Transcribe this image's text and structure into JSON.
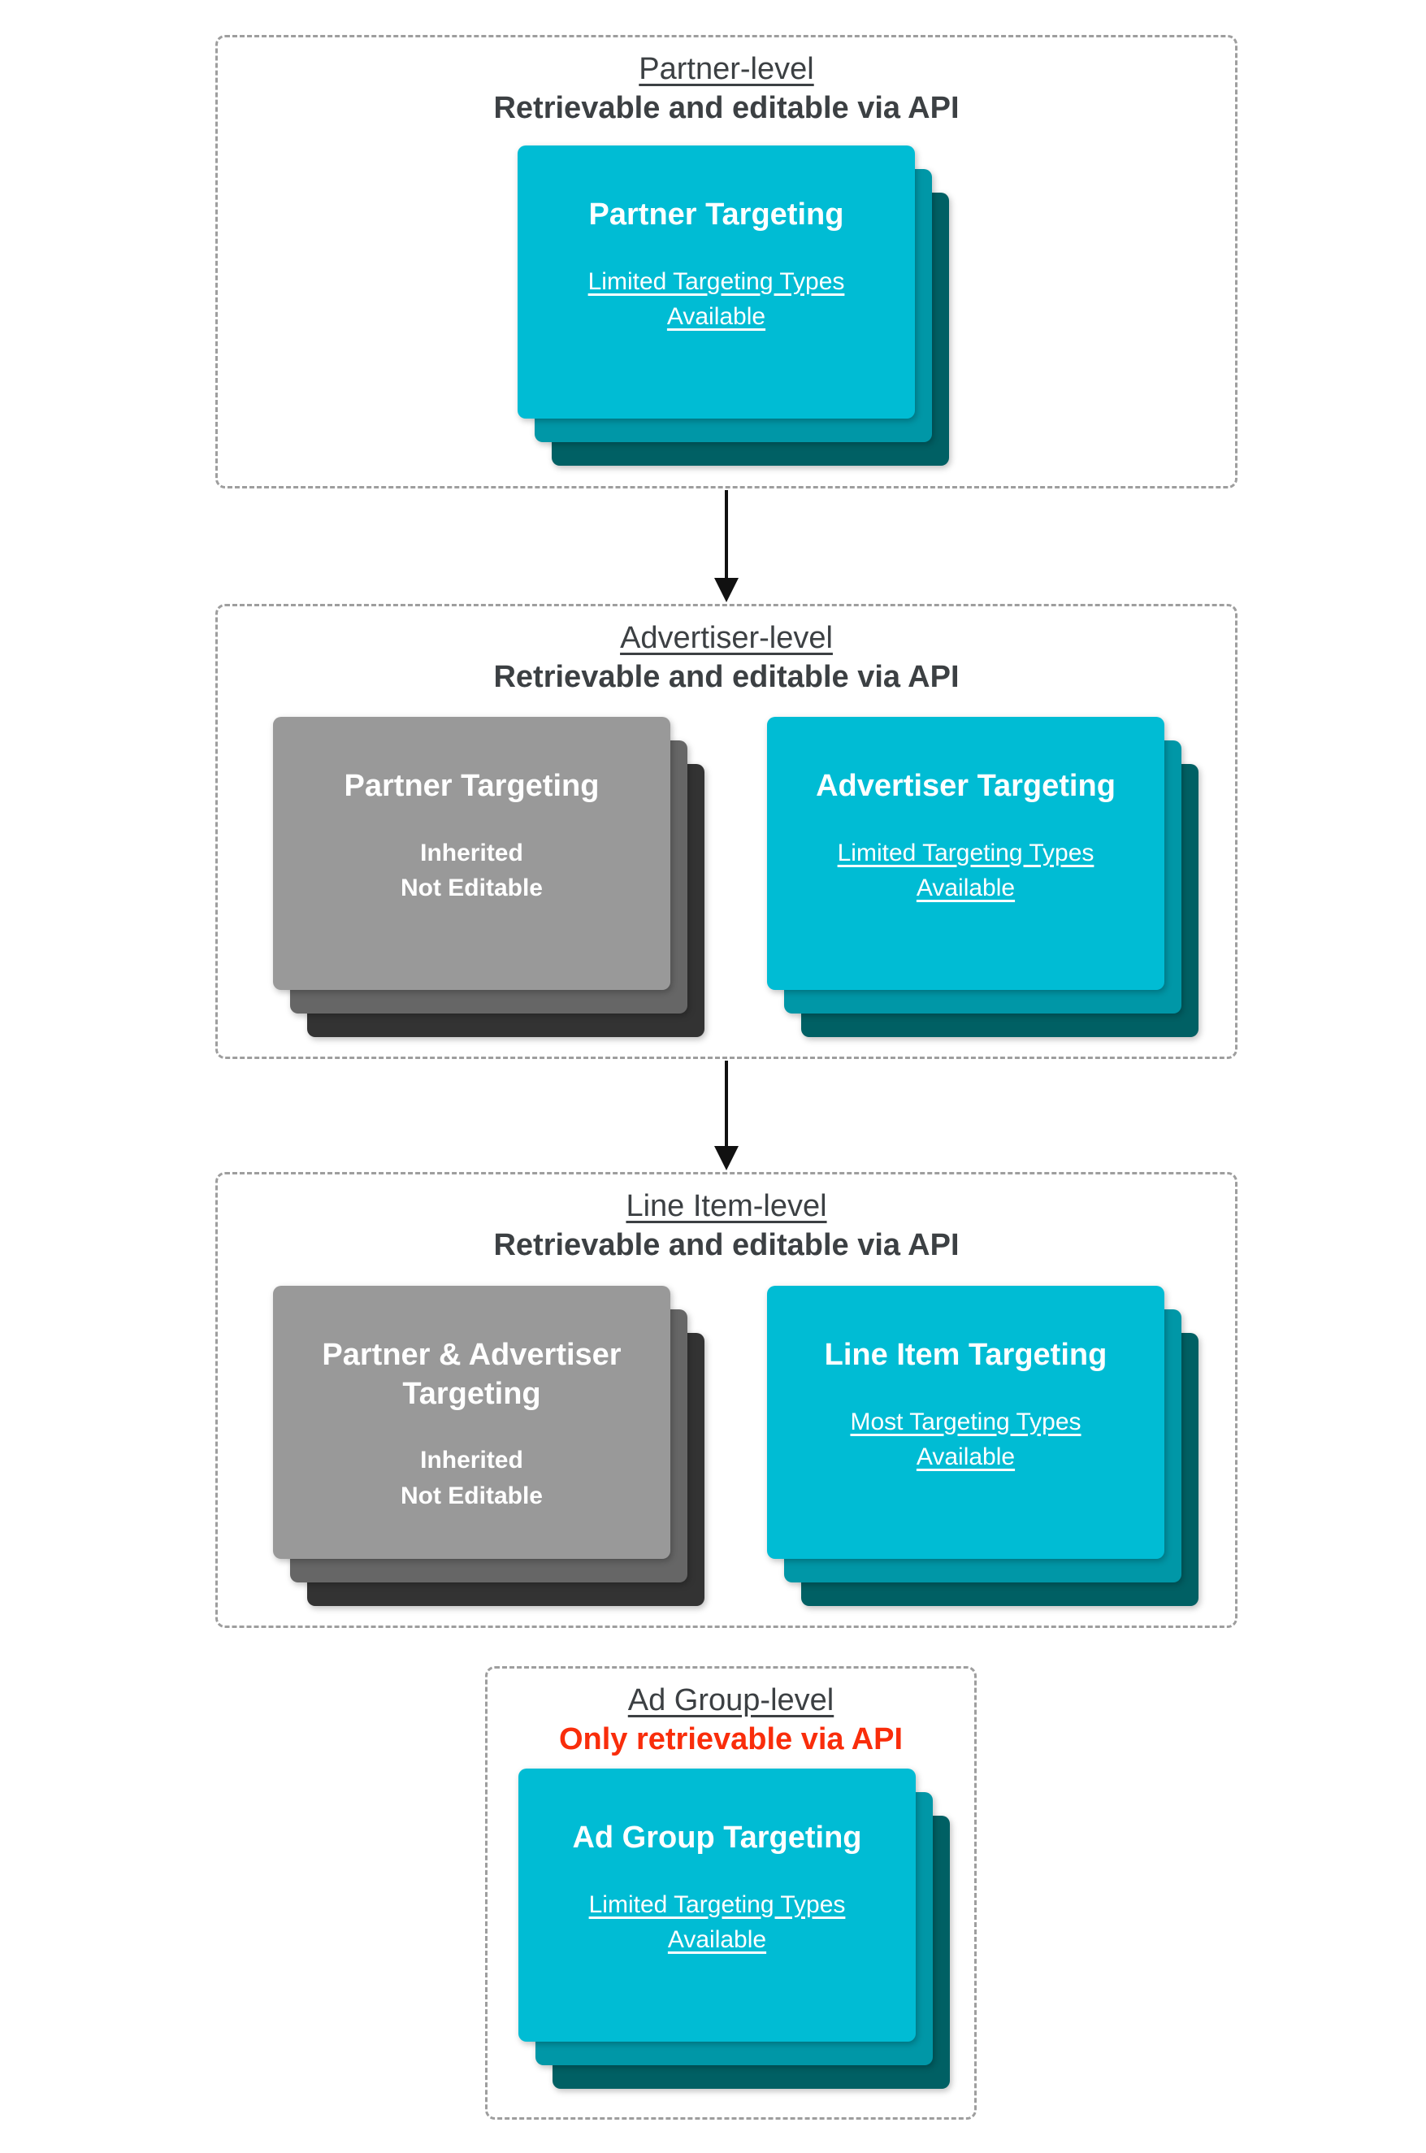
{
  "colors": {
    "card-cyan": "#00BCD4",
    "card-teal": "#0097A7",
    "card-darkteal": "#006064",
    "card-gray": "#999999",
    "card-midgray": "#666666",
    "card-darkgray": "#333333",
    "heading-gray": "#3C4043",
    "alert-red": "#F92D0B",
    "border-gray": "#9E9E9E",
    "arrow-black": "#111111"
  },
  "sections": [
    {
      "title": "Partner-level",
      "subtitle": "Retrievable and editable via API",
      "subtitle_emphasis": "default",
      "cards": [
        {
          "variant": "cyan",
          "title": "Partner Targeting",
          "note_style": "underline",
          "note_lines": [
            "Limited Targeting Types",
            "Available"
          ]
        }
      ]
    },
    {
      "title": "Advertiser-level",
      "subtitle": "Retrievable and editable via API",
      "subtitle_emphasis": "default",
      "cards": [
        {
          "variant": "gray",
          "title": "Partner Targeting",
          "note_style": "bold",
          "note_lines": [
            "Inherited",
            "Not Editable"
          ]
        },
        {
          "variant": "cyan",
          "title": "Advertiser Targeting",
          "note_style": "underline",
          "note_lines": [
            "Limited Targeting Types",
            "Available"
          ]
        }
      ]
    },
    {
      "title": "Line Item-level",
      "subtitle": "Retrievable and editable via API",
      "subtitle_emphasis": "default",
      "cards": [
        {
          "variant": "gray",
          "title": "Partner & Advertiser Targeting",
          "note_style": "bold",
          "note_lines": [
            "Inherited",
            "Not Editable"
          ]
        },
        {
          "variant": "cyan",
          "title": "Line Item Targeting",
          "note_style": "underline",
          "note_lines": [
            "Most Targeting Types",
            "Available"
          ]
        }
      ]
    },
    {
      "title": "Ad Group-level",
      "subtitle": "Only retrievable via API",
      "subtitle_emphasis": "red",
      "cards": [
        {
          "variant": "cyan",
          "title": "Ad Group Targeting",
          "note_style": "underline",
          "note_lines": [
            "Limited Targeting Types",
            "Available"
          ]
        }
      ]
    }
  ]
}
